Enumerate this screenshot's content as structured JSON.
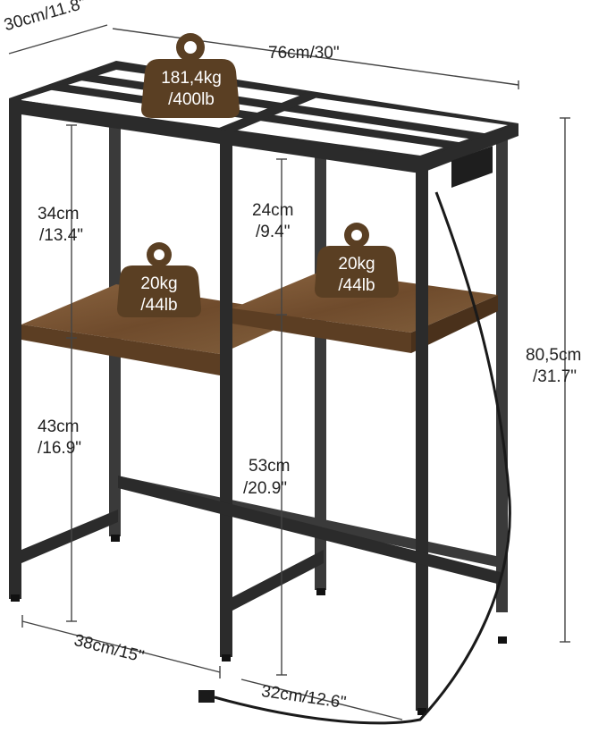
{
  "dimensions": {
    "depth": "30cm/11.8\"",
    "width": "76cm/30\"",
    "height_line1": "80,5cm",
    "height_line2": "/31.7\"",
    "upper_left_gap_line1": "34cm",
    "upper_left_gap_line2": "/13.4\"",
    "lower_left_gap_line1": "43cm",
    "lower_left_gap_line2": "/16.9\"",
    "upper_right_gap_line1": "24cm",
    "upper_right_gap_line2": "/9.4\"",
    "lower_right_gap_line1": "53cm",
    "lower_right_gap_line2": "/20.9\"",
    "left_shelf_width": "38cm/15\"",
    "right_shelf_width": "32cm/12.6\""
  },
  "load_badges": {
    "top_line1": "181,4kg",
    "top_line2": "/400lb",
    "left_shelf_line1": "20kg",
    "left_shelf_line2": "/44lb",
    "right_shelf_line1": "20kg",
    "right_shelf_line2": "/44lb"
  },
  "colors": {
    "frame": "#2a2a2a",
    "wood": "#7a5533",
    "badge": "#5a3f23"
  }
}
